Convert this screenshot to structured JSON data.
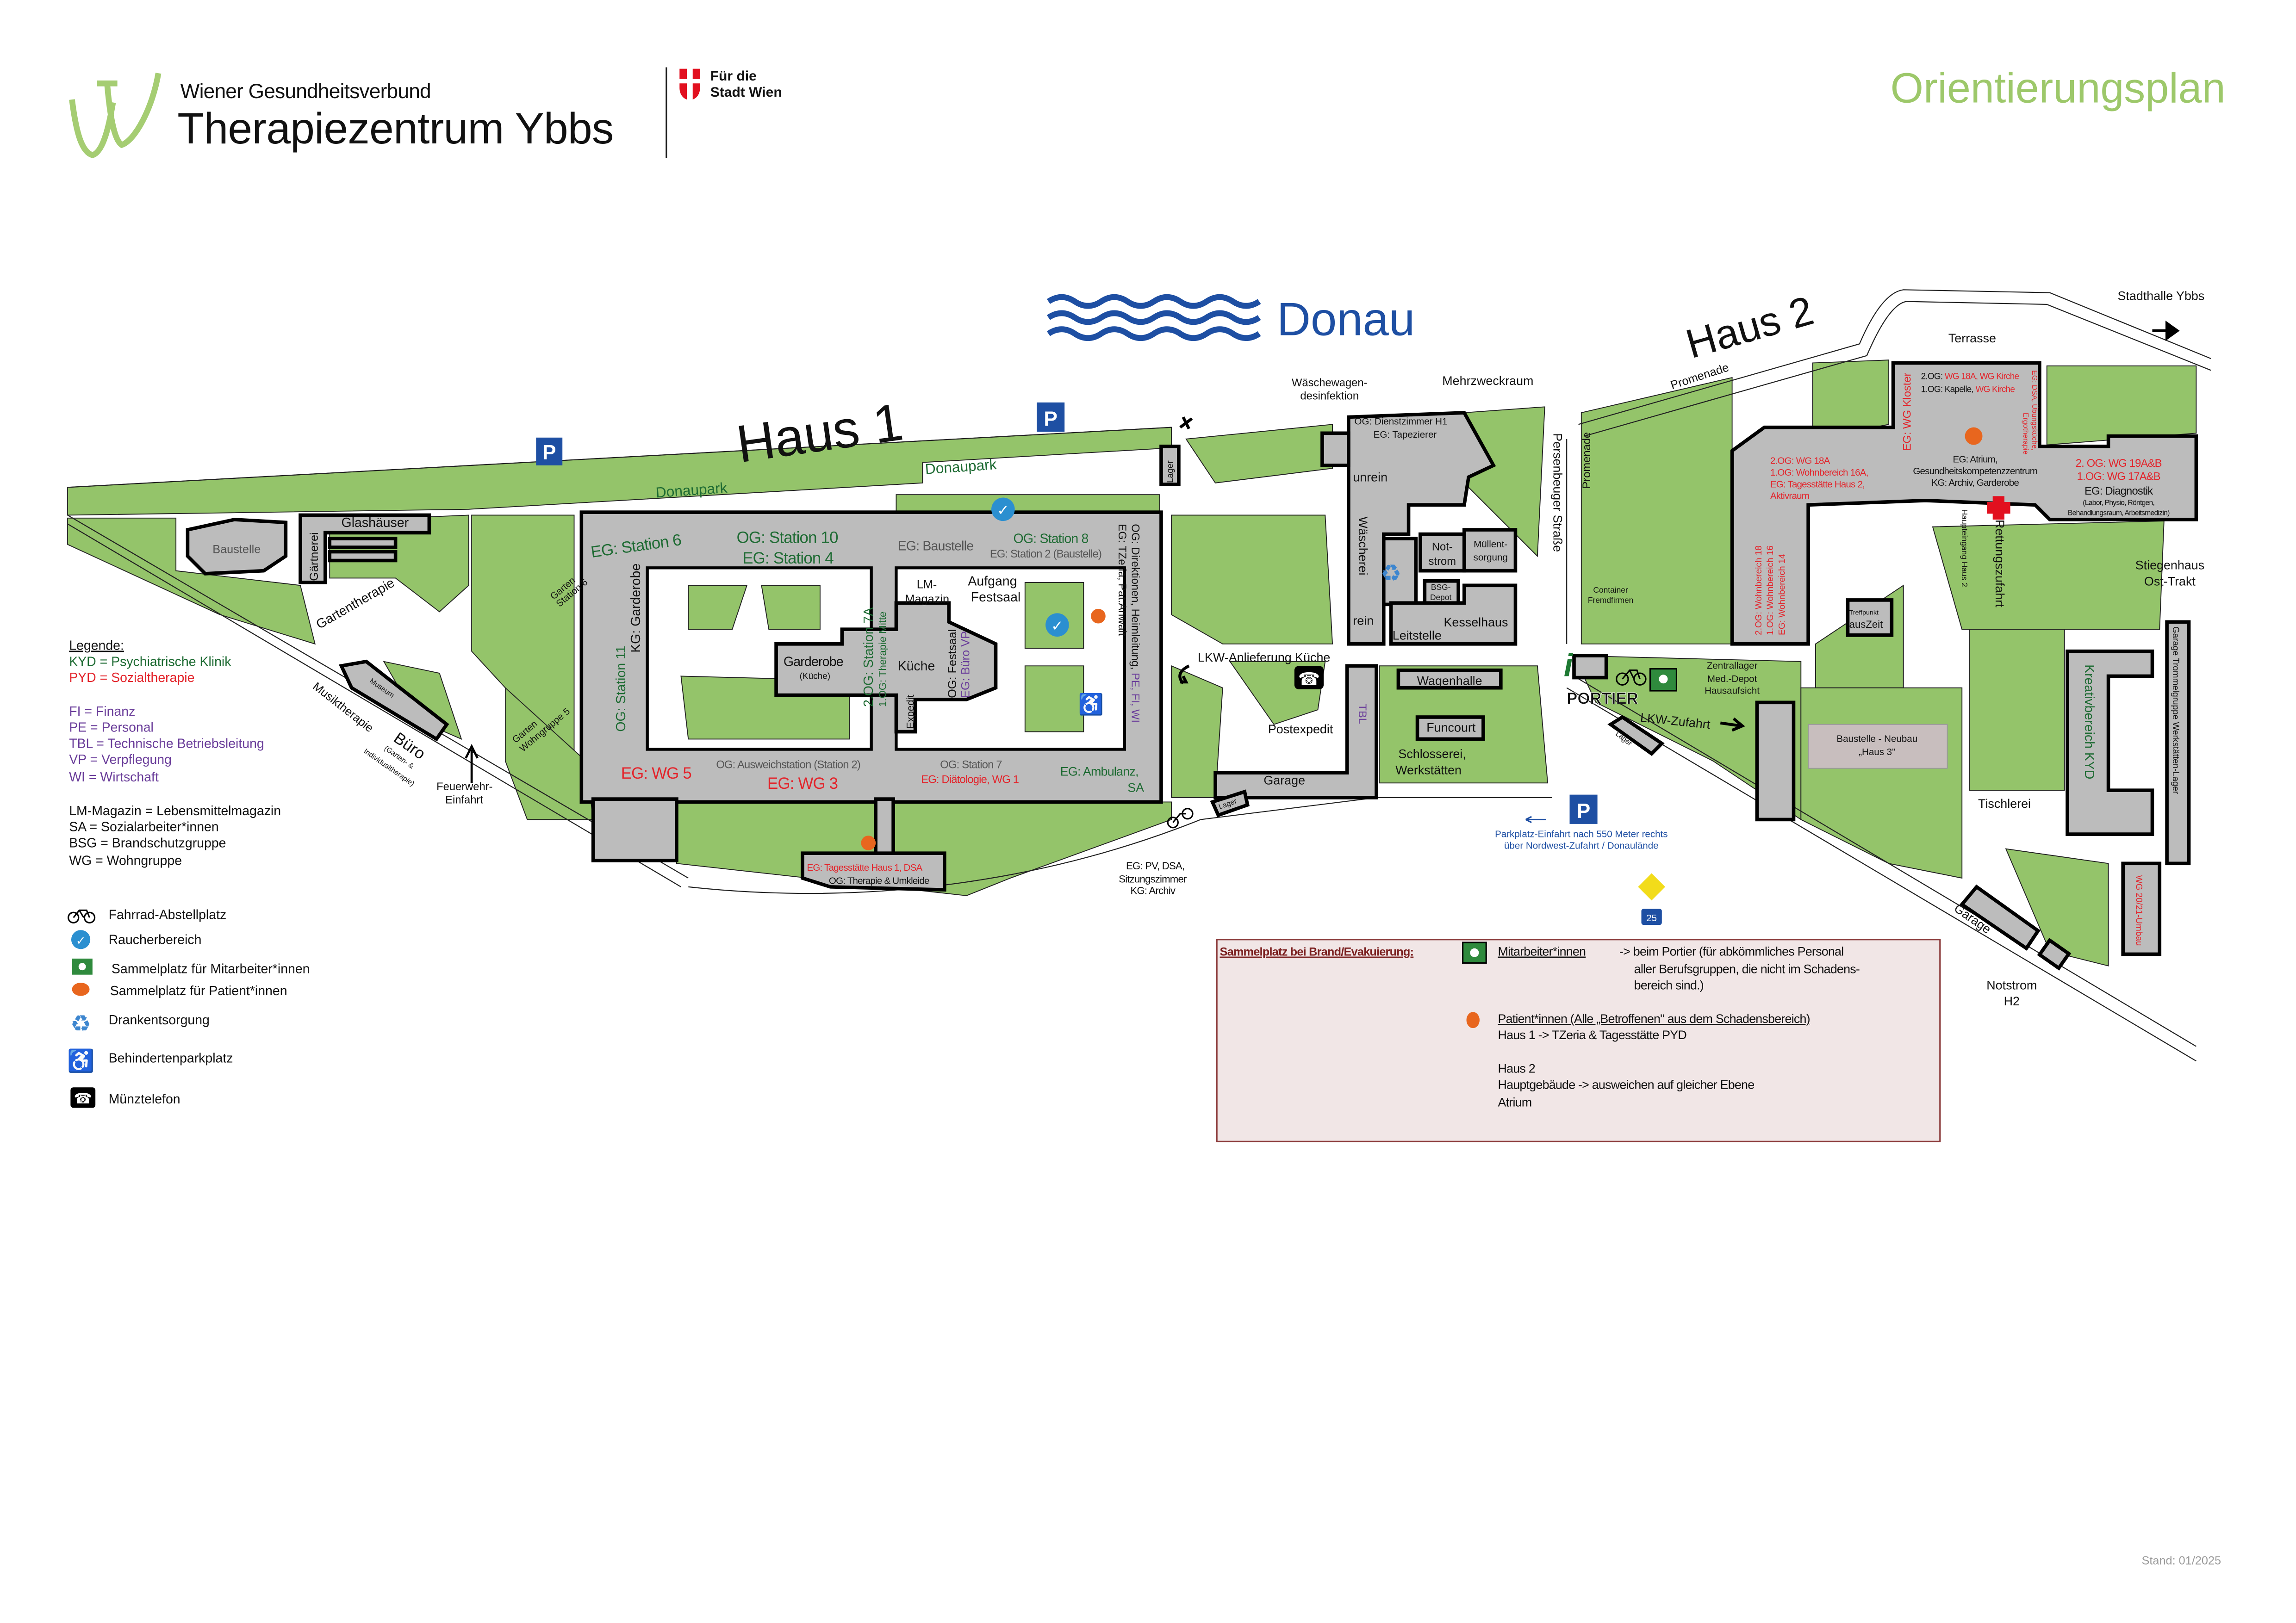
{
  "header": {
    "org": "Wiener Gesundheitsverbund",
    "title": "Therapiezentrum Ybbs",
    "wien_line1": "Für die",
    "wien_line2": "Stadt Wien",
    "page_title": "Orientierungsplan"
  },
  "colors": {
    "green_area": "#94c46a",
    "building": "#bcbcbc",
    "kyd_text": "#1e6b33",
    "pyd_text": "#e3242b",
    "admin_text": "#6a3d9a",
    "parking_blue": "#1e4fa3",
    "title_green": "#9dc86a",
    "assembly_orange": "#e8661e"
  },
  "river": {
    "name": "Donau"
  },
  "parking": {
    "symbol": "P"
  },
  "map": {
    "haus1": "Haus 1",
    "haus2": "Haus 2",
    "donaupark": "Donaupark",
    "west": {
      "glashaeuser": "Glashäuser",
      "gaertnerei": "Gärtnerei",
      "baustelle": "Baustelle",
      "gartentherapie": "Gartentherapie",
      "garten_station6_1": "Garten",
      "garten_station6_2": "Station 6",
      "garten_wg5_1": "Garten",
      "garten_wg5_2": "Wohngruppe 5",
      "museum": "Museum",
      "musiktherapie": "Musiktherapie",
      "buero": "Büro",
      "buero_sub1": "(Garten- &",
      "buero_sub2": "Individualtherapie)",
      "feuerwehr1": "Feuerwehr-",
      "feuerwehr2": "Einfahrt"
    },
    "haus1_labels": {
      "eg_station6": "EG: Station 6",
      "og_station10": "OG: Station 10",
      "eg_station4": "EG: Station 4",
      "eg_baustelle": "EG: Baustelle",
      "og_station8": "OG: Station 8",
      "eg_station2": "EG: Station 2 (Baustelle)",
      "kg_garderobe": "KG: Garderobe",
      "og_station11": "OG: Station 11",
      "garderobe": "Garderobe",
      "garderobe_sub": "(Küche)",
      "og2_station7a": "2.OG: Station 7A",
      "og1_therapie": "1.OG: Therapie Mitte",
      "lm1": "LM-",
      "lm2": "Magazin",
      "aufgang1": "Aufgang",
      "aufgang2": "Festsaal",
      "kueche": "Küche",
      "expedit": "Expedit",
      "og_festsaal": "OG: Festsaal",
      "eg_buero_vp": "EG: Büro VP",
      "og_direktionen": "OG: Direktionen, Heimleitung, ",
      "og_direktionen_admin": "PE, FI, WI",
      "eg_tzeria": "EG: TZeria, Pat.Anwalt",
      "eg_wg5": "EG: WG 5",
      "og_ausweich": "OG: Ausweichstation (Station 2)",
      "eg_wg3": "EG: WG 3",
      "og_station7": "OG: Station 7",
      "eg_diaetologie": "EG: Diätologie, WG 1",
      "eg_ambulanz": "EG: Ambulanz,",
      "sa": "SA",
      "tagesstaette": "EG: Tagesstätte Haus 1, DSA",
      "og_therapie": "OG: Therapie & Umkleide",
      "eg_pv1": "EG: PV, DSA,",
      "eg_pv2": "Sitzungszimmer",
      "eg_pv3": "KG: Archiv",
      "lager": "Lager"
    },
    "middle": {
      "waeschewagen1": "Wäschewagen-",
      "waeschewagen2": "desinfektion",
      "mehrzweckraum": "Mehrzweckraum",
      "og_dienstzimmer": "OG: Dienstzimmer H1",
      "eg_tapezierer": "EG: Tapezierer",
      "unrein": "unrein",
      "waescherei": "Wäscherei",
      "rein": "rein",
      "notstrom1": "Not-",
      "notstrom2": "strom",
      "muell1": "Müllent-",
      "muell2": "sorgung",
      "bsg1": "BSG-",
      "bsg2": "Depot",
      "kesselhaus": "Kesselhaus",
      "leitstelle": "Leitstelle",
      "persenbeuger": "Persenbeuger Straße",
      "promenade": "Promenade",
      "container1": "Container",
      "container2": "Fremdfirmen",
      "lkw_anlieferung": "LKW-Anlieferung Küche",
      "postexpedit": "Postexpedit",
      "tbl": "TBL",
      "wagenhalle": "Wagenhalle",
      "funcourt": "Funcourt",
      "schlosserei1": "Schlosserei,",
      "schlosserei2": "Werkstätten",
      "garage": "Garage",
      "lager": "Lager"
    },
    "east": {
      "portier": "PORTIER",
      "zentrallager1": "Zentrallager",
      "zentrallager2": "Med.-Depot",
      "zentrallager3": "Hausaufsicht",
      "lkw_zufahrt": "LKW-Zufahrt",
      "lager": "Lager",
      "parkplatz1": "Parkplatz-Einfahrt nach 550 Meter rechts",
      "parkplatz2": "über Nordwest-Zufahrt / Donaulände",
      "road_number": "25",
      "baustelle1": "Baustelle - Neubau",
      "baustelle2": "„Haus 3\"",
      "tischlerei": "Tischlerei",
      "kreativbereich": "Kreativbereich KYD",
      "garage_column": "Garage  Trommelgruppe  Werkstätten-Lager",
      "wg2021": "WG 20/21-Umbau",
      "garage": "Garage",
      "notstrom1": "Notstrom",
      "notstrom2": "H2",
      "terrasse": "Terrasse",
      "stadthalle": "Stadthalle Ybbs",
      "promenade": "Promenade",
      "stiegenhaus1": "Stiegenhaus",
      "stiegenhaus2": "Ost-Trakt",
      "treffpunkt": "Treffpunkt",
      "auszeit": "ausZeit",
      "haupteingang": "Haupteingang Haus 2",
      "rettungszufahrt": "Rettungszufahrt"
    },
    "haus2_labels": {
      "og2_a": "2.OG: ",
      "og2_b": "WG 18A, WG Kirche",
      "og1_a": "1.OG: Kapelle, ",
      "og1_b": "WG Kirche",
      "eg_kloster": "EG: WG Kloster",
      "eg_dsa": "EG: DSA, Übungsküche,",
      "ergo": "Ergotherapie",
      "w_og2": "2.OG: WG 18A",
      "w_og1": "1.OG: Wohnbereich 16A,",
      "w_eg": "EG: Tagesstätte Haus 2,",
      "w_aktiv": "Aktivraum",
      "atrium1": "EG: Atrium,",
      "atrium2": "Gesundheitskompetenzzentrum",
      "atrium3": "KG: Archiv, Garderobe",
      "e_og2": "2. OG: WG 19A&B",
      "e_og1": "1.OG: WG 17A&B",
      "e_eg": "EG: Diagnostik",
      "e_sub1": "(Labor, Physio, Röntgen,",
      "e_sub2": "Behandlungsraum, Arbeitsmedizin)",
      "v_og2": "2.OG: Wohnbereich 18",
      "v_og1": "1.OG: Wohnbereich 16",
      "v_eg": "EG: Wohnbereich 14"
    }
  },
  "legend": {
    "title": "Legende:",
    "kyd": "KYD = Psychiatrische Klinik",
    "pyd": "PYD = Sozialtherapie",
    "fi": "FI = Finanz",
    "pe": "PE = Personal",
    "tbl": "TBL = Technische Betriebsleitung",
    "vp": "VP = Verpflegung",
    "wi": "WI = Wirtschaft",
    "lm": "LM-Magazin = Lebensmittelmagazin",
    "sa": "SA = Sozialarbeiter*innen",
    "bsg": "BSG = Brandschutzgruppe",
    "wg": "WG = Wohngruppe",
    "icons": [
      {
        "icon": "bicycle-icon",
        "label": "Fahrrad-Abstellplatz"
      },
      {
        "icon": "smoking-area-icon",
        "label": "Raucherbereich"
      },
      {
        "icon": "staff-assembly-icon",
        "label": "Sammelplatz für Mitarbeiter*innen"
      },
      {
        "icon": "patient-assembly-icon",
        "label": "Sammelplatz für Patient*innen"
      },
      {
        "icon": "recycle-icon",
        "label": "Drankentsorgung"
      },
      {
        "icon": "wheelchair-icon",
        "label": "Behindertenparkplatz"
      },
      {
        "icon": "phone-icon",
        "label": "Münztelefon"
      }
    ]
  },
  "evacuation": {
    "title": "Sammelplatz bei Brand/Evakuierung:",
    "staff_label": "Mitarbeiter*innen",
    "staff_text1": "->  beim Portier (für abkömmliches Personal",
    "staff_text2": "aller Berufsgruppen, die nicht im Schadens-",
    "staff_text3": "bereich sind.)",
    "patient_label": "Patient*innen (Alle „Betroffenen\" aus dem Schadensbereich)",
    "haus1_line": "Haus 1    ->    TZeria & Tagesstätte PYD",
    "haus2": "Haus 2",
    "haus2_line": "Hauptgebäude ->   ausweichen auf gleicher Ebene",
    "atrium": "Atrium"
  },
  "footer": {
    "stand": "Stand: 01/2025"
  }
}
